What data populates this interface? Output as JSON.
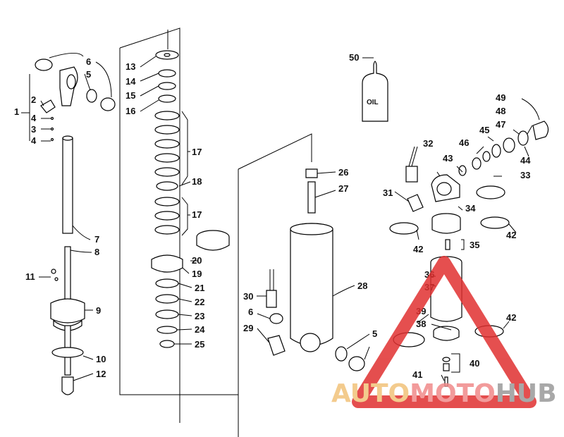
{
  "callouts": {
    "c1": "1",
    "c2": "2",
    "c3": "3",
    "c4a": "4",
    "c4b": "4",
    "c5a": "5",
    "c5b": "5",
    "c6a": "6",
    "c6b": "6",
    "c7": "7",
    "c8": "8",
    "c9": "9",
    "c10": "10",
    "c11": "11",
    "c12": "12",
    "c13": "13",
    "c14": "14",
    "c15": "15",
    "c16": "16",
    "c17a": "17",
    "c17b": "17",
    "c18": "18",
    "c19": "19",
    "c20": "20",
    "c21": "21",
    "c22": "22",
    "c23": "23",
    "c24": "24",
    "c25": "25",
    "c26": "26",
    "c27": "27",
    "c28": "28",
    "c29": "29",
    "c30": "30",
    "c31": "31",
    "c32": "32",
    "c33": "33",
    "c34": "34",
    "c35": "35",
    "c36": "36",
    "c37": "37",
    "c38": "38",
    "c39": "39",
    "c40": "40",
    "c41": "41",
    "c42a": "42",
    "c42b": "42",
    "c42c": "42",
    "c43": "43",
    "c44": "44",
    "c45": "45",
    "c46": "46",
    "c47": "47",
    "c48": "48",
    "c49": "49",
    "c50": "50"
  },
  "oil_bottle_text": "OIL",
  "watermark": {
    "part1": "AUTO",
    "part2": "MOTO",
    "part3": "HUB",
    "color1": "#f2c27a",
    "color2": "#f08a8a",
    "color3": "#9a9a9a",
    "triangle_color": "#e03030"
  }
}
